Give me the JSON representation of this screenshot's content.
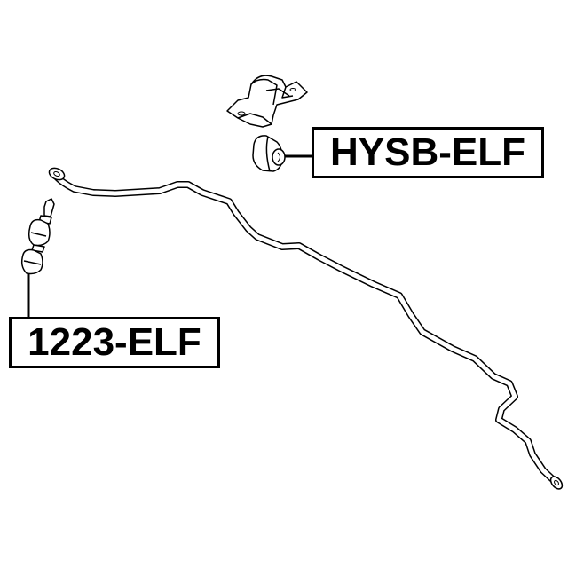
{
  "diagram": {
    "type": "parts-exploded-view",
    "subject": "stabilizer bar assembly",
    "parts": [
      {
        "id": "stabilizer-bar",
        "label": ""
      },
      {
        "id": "bracket",
        "label": ""
      },
      {
        "id": "bushing",
        "label": "HYSB-ELF"
      },
      {
        "id": "link",
        "label": "1223-ELF"
      }
    ],
    "labels": {
      "bushing": "HYSB-ELF",
      "link": "1223-ELF"
    },
    "colors": {
      "background": "#ffffff",
      "line": "#000000",
      "fill": "#ffffff"
    }
  }
}
